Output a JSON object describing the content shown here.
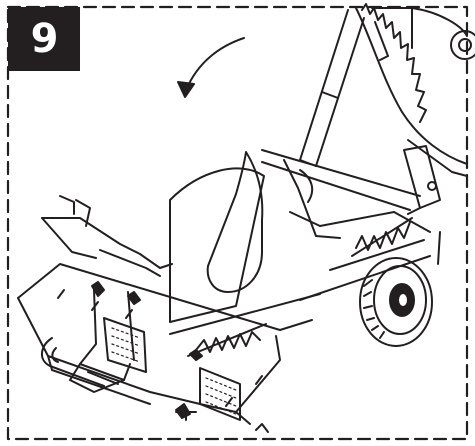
{
  "step": {
    "number": "9"
  },
  "figure": {
    "frame_style": "dashed",
    "ink_color": "#231f20",
    "paper_color": "#ffffff",
    "parts": {
      "motion_arrow": "rotation-arrow",
      "saw_blade": "circular-saw-blade",
      "wheel": "transport-wheel",
      "spring": "tension-spring",
      "log_cradle": "log-cradle",
      "frame": "machine-frame",
      "handle": "foot-pedal"
    }
  }
}
